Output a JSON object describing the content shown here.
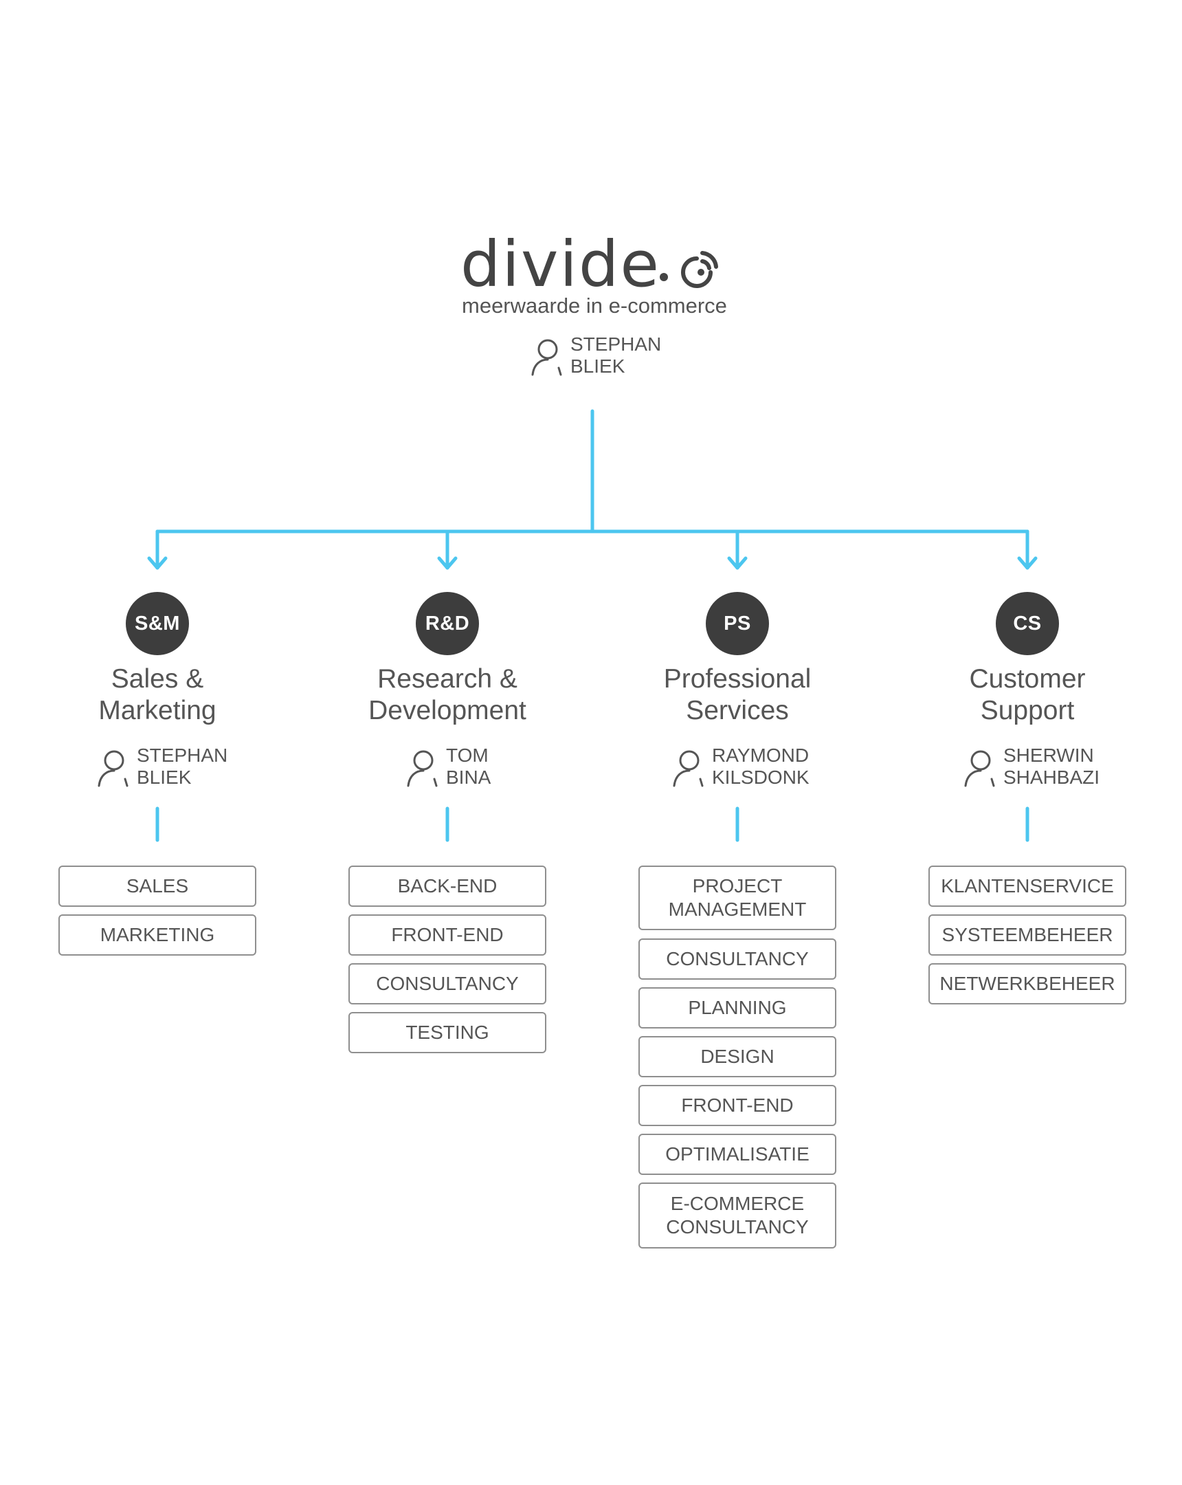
{
  "header": {
    "logo_text": "divide",
    "tagline": "meerwaarde in e-commerce",
    "head": {
      "first": "STEPHAN",
      "last": "BLIEK"
    },
    "accent_color": "#4cc6ef"
  },
  "departments": [
    {
      "abbr": "S&M",
      "title_line1": "Sales &",
      "title_line2": "Marketing",
      "lead": {
        "first": "STEPHAN",
        "last": "BLIEK"
      },
      "units": [
        "SALES",
        "MARKETING"
      ]
    },
    {
      "abbr": "R&D",
      "title_line1": "Research &",
      "title_line2": "Development",
      "lead": {
        "first": "TOM",
        "last": "BINA"
      },
      "units": [
        "BACK-END",
        "FRONT-END",
        "CONSULTANCY",
        "TESTING"
      ]
    },
    {
      "abbr": "PS",
      "title_line1": "Professional",
      "title_line2": "Services",
      "lead": {
        "first": "RAYMOND",
        "last": "KILSDONK"
      },
      "units": [
        "PROJECT\nMANAGEMENT",
        "CONSULTANCY",
        "PLANNING",
        "DESIGN",
        "FRONT-END",
        "OPTIMALISATIE",
        "E-COMMERCE\nCONSULTANCY"
      ]
    },
    {
      "abbr": "CS",
      "title_line1": "Customer",
      "title_line2": "Support",
      "lead": {
        "first": "SHERWIN",
        "last": "SHAHBAZI"
      },
      "units": [
        "KLANTENSERVICE",
        "SYSTEEMBEHEER",
        "NETWERKBEHEER"
      ]
    }
  ]
}
